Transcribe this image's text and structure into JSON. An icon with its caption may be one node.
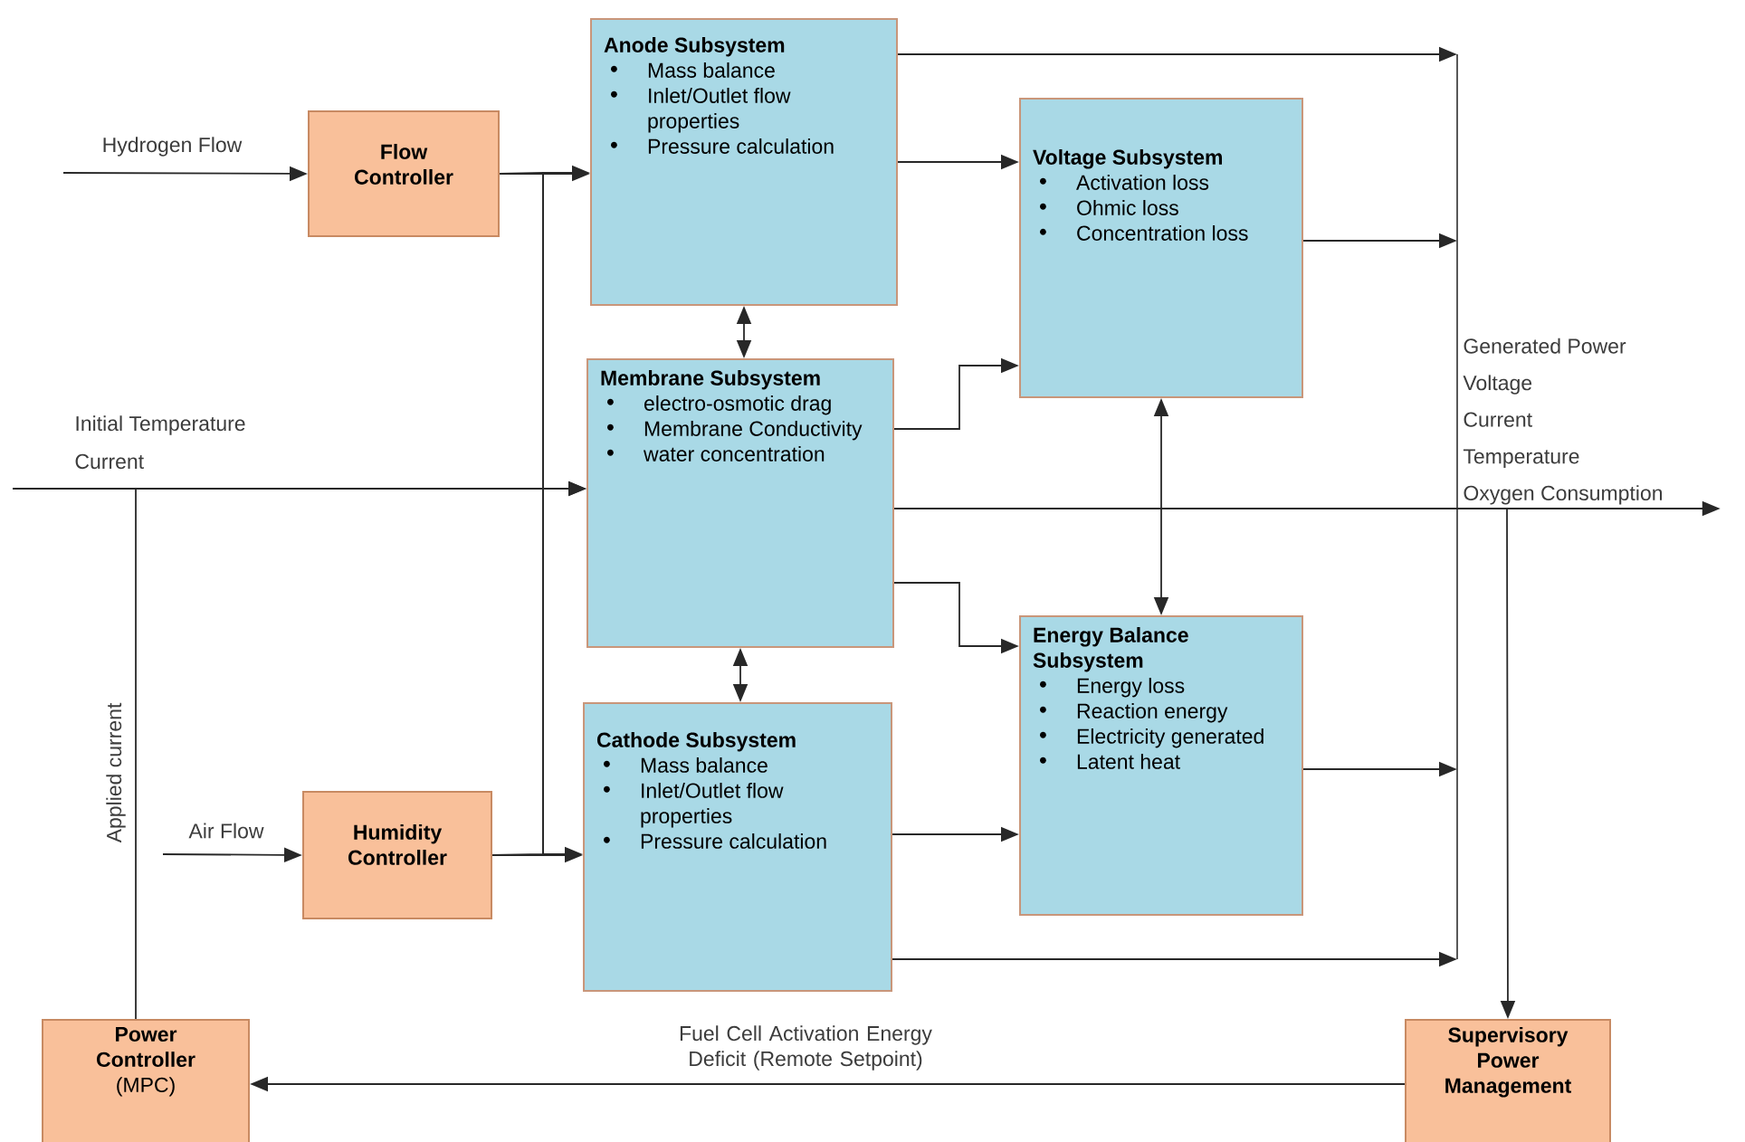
{
  "diagram": {
    "nodes": [
      {
        "text": [
          "Flow Controller"
        ]
      },
      {
        "text": [
          "Anode Subsystem",
          "Mass balance",
          "Inlet/Outlet flow properties",
          "Pressure calculation"
        ]
      },
      {
        "text": [
          "Membrane Subsystem",
          "electro-osmotic drag",
          "Membrane Conductivity",
          "water concentration"
        ]
      },
      {
        "text": [
          "Voltage Subsystem",
          "Activation loss",
          "Ohmic loss",
          "Concentration loss"
        ]
      },
      {
        "text": [
          "Energy Balance Subsystem",
          "Energy loss",
          "Reaction energy",
          "Electricity generated",
          "Latent heat"
        ]
      },
      {
        "text": [
          "Cathode Subsystem",
          "Mass balance",
          "Inlet/Outlet flow properties",
          "Pressure calculation"
        ]
      },
      {
        "text": [
          "Humidity Controller"
        ]
      },
      {
        "text": [
          "Power Controller",
          "(MPC)"
        ]
      },
      {
        "text": [
          "Supervisory Power Management"
        ]
      },
      {
        "text": [
          "Generated Power",
          "Voltage",
          "Current",
          "Temperature",
          "Oxygen Consumption"
        ]
      }
    ],
    "edges": [
      {
        "from": null,
        "to": 0,
        "arrow": "to",
        "label": "Hydrogen Flow"
      },
      {
        "from": 0,
        "to": 1,
        "arrow": "to"
      },
      {
        "from": 0,
        "to": 5,
        "arrow": "to"
      },
      {
        "from": null,
        "to": 6,
        "arrow": "to",
        "label": "Air Flow"
      },
      {
        "from": 6,
        "to": 5,
        "arrow": "to"
      },
      {
        "from": 6,
        "to": 1,
        "arrow": "to"
      },
      {
        "from": null,
        "to": 2,
        "arrow": "to"
      },
      {
        "from": 7,
        "to": 2,
        "arrow": "to",
        "label": "Applied current"
      },
      {
        "from": 1,
        "to": 2,
        "arrow": "both"
      },
      {
        "from": 2,
        "to": 5,
        "arrow": "both"
      },
      {
        "from": 1,
        "to": 3,
        "arrow": "to"
      },
      {
        "from": 2,
        "to": 3,
        "arrow": "to"
      },
      {
        "from": 2,
        "to": 4,
        "arrow": "to"
      },
      {
        "from": 3,
        "to": 4,
        "arrow": "both"
      },
      {
        "from": 5,
        "to": 4,
        "arrow": "to"
      },
      {
        "from": 1,
        "to": null,
        "arrow": "to"
      },
      {
        "from": 3,
        "to": null,
        "arrow": "to"
      },
      {
        "from": 4,
        "to": null,
        "arrow": "to"
      },
      {
        "from": 5,
        "to": null,
        "arrow": "to"
      },
      {
        "from": 2,
        "to": 9,
        "arrow": "to"
      },
      {
        "from": 2,
        "to": 8,
        "arrow": "to"
      },
      {
        "from": 8,
        "to": 7,
        "arrow": "to",
        "label": "Fuel Cell Activation Energy Deficit (Remote Setpoint)"
      }
    ],
    "labels": [
      "Initial Temperature",
      "Current"
    ]
  }
}
